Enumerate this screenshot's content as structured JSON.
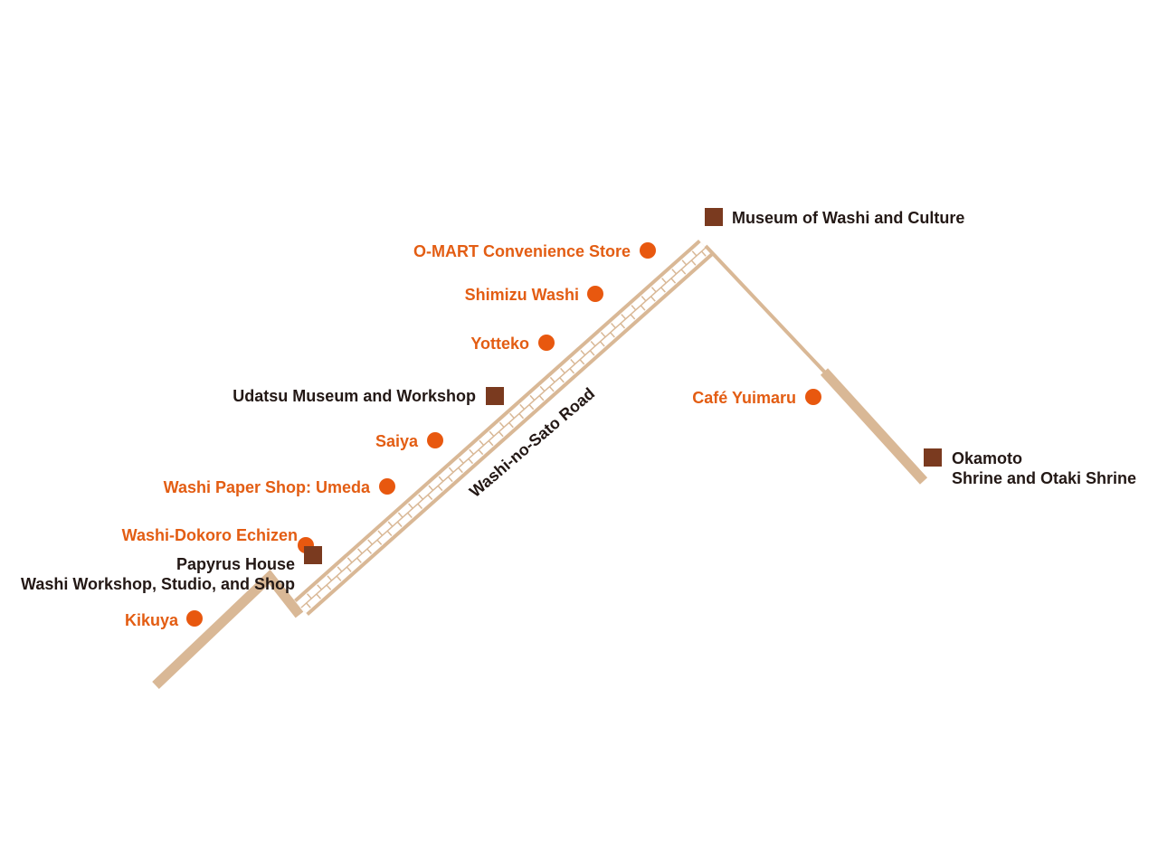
{
  "road": {
    "name": "Washi-no-Sato Road",
    "road_color": "#d9b896",
    "road_edge_color": "#c9a07c"
  },
  "legend_colors": {
    "shop_dot": "#e8580f",
    "shop_text": "#e35d13",
    "museum_square": "#7a3a1f",
    "museum_text": "#231815"
  },
  "shops": [
    {
      "name": "O-MART Convenience Store"
    },
    {
      "name": "Shimizu Washi"
    },
    {
      "name": "Yotteko"
    },
    {
      "name": "Saiya"
    },
    {
      "name": "Washi Paper Shop: Umeda"
    },
    {
      "name": "Washi-Dokoro Echizen"
    },
    {
      "name": "Kikuya"
    },
    {
      "name": "Café Yuimaru"
    }
  ],
  "museums": [
    {
      "name": "Museum of Washi and Culture"
    },
    {
      "name": "Udatsu Museum and Workshop"
    },
    {
      "name": "Papyrus House",
      "subtitle": "Washi Workshop, Studio, and Shop"
    },
    {
      "name": "Okamoto",
      "subtitle": "Shrine and Otaki Shrine"
    }
  ]
}
